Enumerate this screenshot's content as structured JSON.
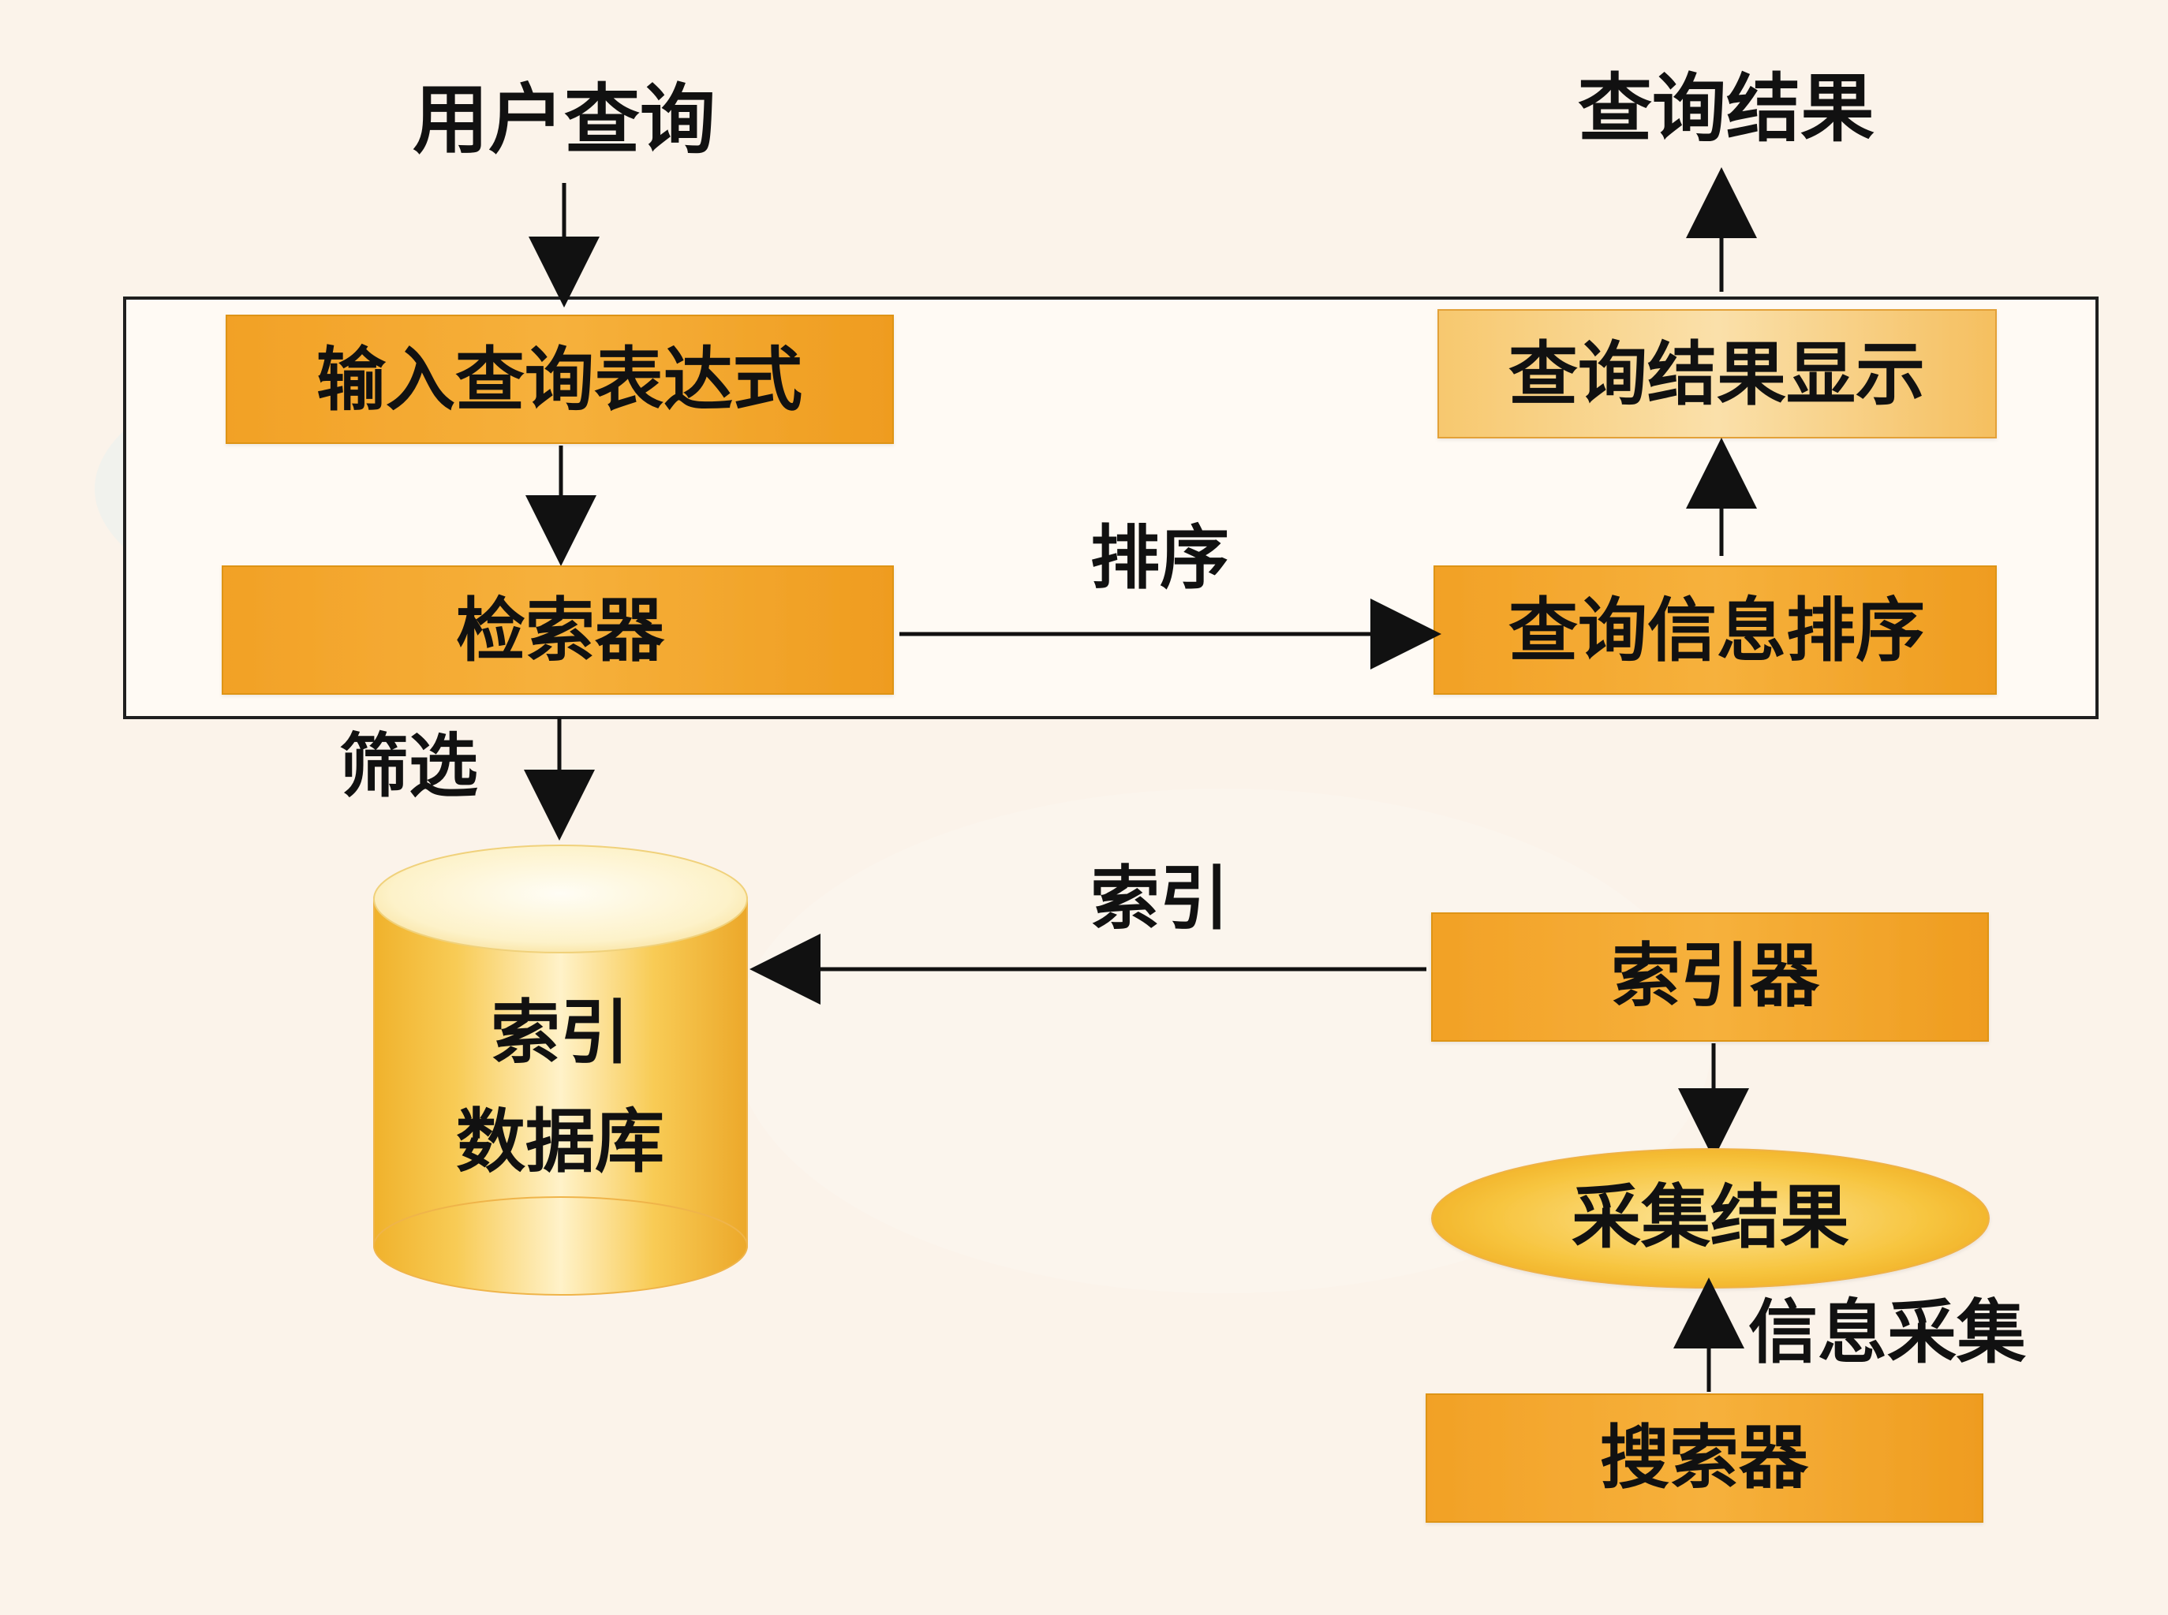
{
  "diagram": {
    "nodes": {
      "user_query": "用户查询",
      "query_results": "查询结果",
      "input_expression": "输入查询表达式",
      "result_display": "查询结果显示",
      "retriever": "检索器",
      "info_sort": "查询信息排序",
      "index_database_line1": "索引",
      "index_database_line2": "数据库",
      "indexer": "索引器",
      "collection_results": "采集结果",
      "crawler": "搜索器"
    },
    "edges": {
      "sort": "排序",
      "filter": "筛选",
      "index": "索引",
      "info_collection": "信息采集"
    }
  },
  "colors": {
    "background": "#fbf3ea",
    "panel_fill": "#fffaf4",
    "panel_stroke": "#1f1f1f",
    "box_fill": "#f3a52a",
    "box_fill_light": "#f7c15b",
    "box_stroke": "#dd9317",
    "text": "#111111",
    "line": "#111111",
    "cyan_tint": "#d7f0f5"
  },
  "icons": {
    "arrow": "arrow-icon",
    "database": "database-icon",
    "ellipse": "ellipse-icon"
  }
}
